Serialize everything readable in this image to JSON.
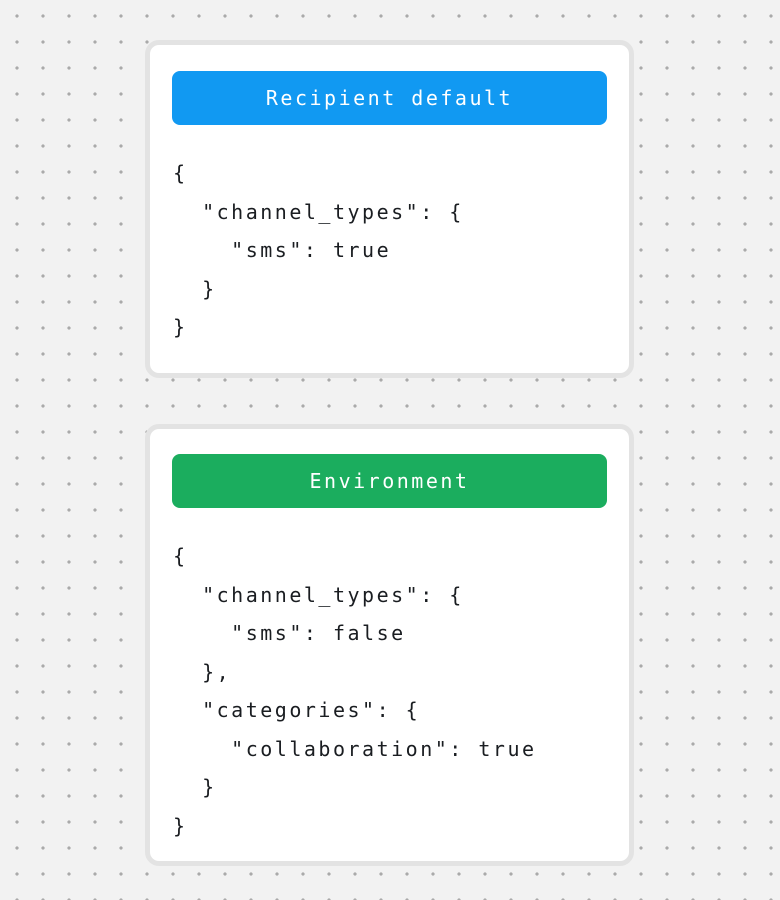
{
  "page": {
    "background_color": "#f2f2f2",
    "dot_color": "#aaaaaa",
    "card_border_color": "#e3e3e3"
  },
  "cards": [
    {
      "title": "Recipient default",
      "accent_color": "#1199f2",
      "code": "{\n  \"channel_types\": {\n    \"sms\": true\n  }\n}"
    },
    {
      "title": "Environment",
      "accent_color": "#1bad5e",
      "code": "{\n  \"channel_types\": {\n    \"sms\": false\n  },\n  \"categories\": {\n    \"collaboration\": true\n  }\n}"
    }
  ]
}
